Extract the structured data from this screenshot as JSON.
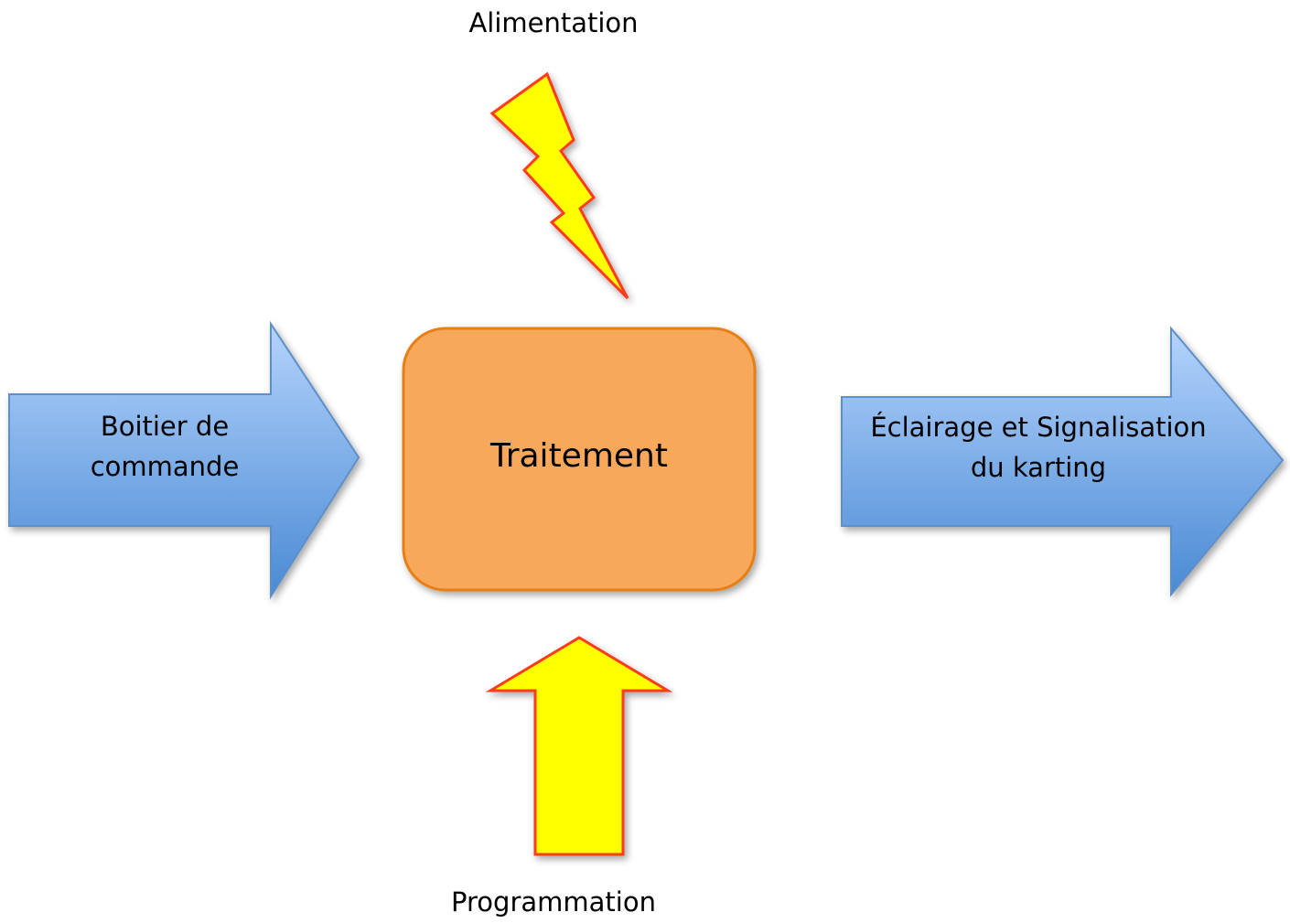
{
  "diagram": {
    "top_label": "Alimentation",
    "bottom_label": "Programmation",
    "center_box": "Traitement",
    "left_arrow_line1": "Boitier de",
    "left_arrow_line2": "commande",
    "right_arrow_line1": "Éclairage et Signalisation",
    "right_arrow_line2": "du karting"
  },
  "colors": {
    "box_fill": "#f7a85a",
    "box_stroke": "#e57f13",
    "arrow_blue_light": "#a9cbfa",
    "arrow_blue_dark": "#4f8fd6",
    "arrow_blue_stroke": "#5d8fc9",
    "yellow_fill": "#ffff00",
    "red_stroke": "#ff3b1f"
  },
  "icons": {
    "lightning": "lightning-bolt-icon",
    "up_arrow": "arrow-up-icon",
    "right_arrow": "arrow-right-icon"
  }
}
